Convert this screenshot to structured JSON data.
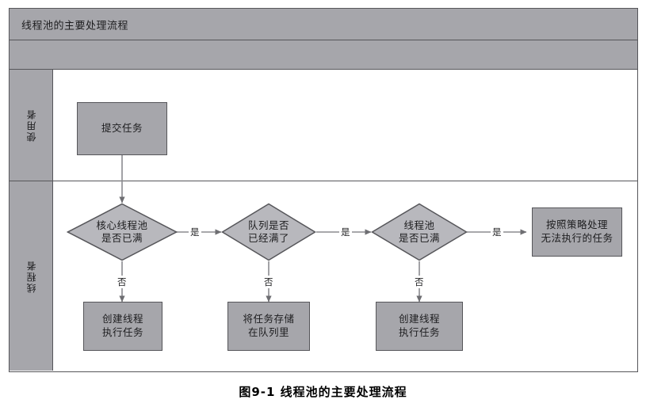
{
  "diagram": {
    "title": "线程池的主要处理流程",
    "caption": "图9-1  线程池的主要处理流程",
    "colors": {
      "shape_fill": "#a6a6ab",
      "shape_stroke": "#56565a",
      "lane_fill": "#a6a6ab",
      "canvas": "#ffffff",
      "connector": "#7a7a7e",
      "text": "#1d1d1f"
    },
    "lanes": [
      {
        "id": "user",
        "label": "使用者"
      },
      {
        "id": "pool",
        "label": "线程者"
      }
    ],
    "nodes": [
      {
        "id": "submit",
        "type": "process",
        "lane": "user",
        "label": "提交任务"
      },
      {
        "id": "core-full",
        "type": "decision",
        "lane": "pool",
        "label_line1": "核心线程池",
        "label_line2": "是否已满"
      },
      {
        "id": "queue-full",
        "type": "decision",
        "lane": "pool",
        "label_line1": "队列是否",
        "label_line2": "已经满了"
      },
      {
        "id": "pool-full",
        "type": "decision",
        "lane": "pool",
        "label_line1": "线程池",
        "label_line2": "是否已满"
      },
      {
        "id": "reject",
        "type": "process",
        "lane": "pool",
        "label_line1": "按照策略处理",
        "label_line2": "无法执行的任务"
      },
      {
        "id": "create-1",
        "type": "process",
        "lane": "pool",
        "label_line1": "创建线程",
        "label_line2": "执行任务"
      },
      {
        "id": "store-queue",
        "type": "process",
        "lane": "pool",
        "label_line1": "将任务存储",
        "label_line2": "在队列里"
      },
      {
        "id": "create-2",
        "type": "process",
        "lane": "pool",
        "label_line1": "创建线程",
        "label_line2": "执行任务"
      }
    ],
    "edges": [
      {
        "id": "e1",
        "from": "submit",
        "to": "core-full",
        "label": ""
      },
      {
        "id": "e2",
        "from": "core-full",
        "to": "queue-full",
        "label": "是"
      },
      {
        "id": "e3",
        "from": "core-full",
        "to": "create-1",
        "label": "否"
      },
      {
        "id": "e4",
        "from": "queue-full",
        "to": "pool-full",
        "label": "是"
      },
      {
        "id": "e5",
        "from": "queue-full",
        "to": "store-queue",
        "label": "否"
      },
      {
        "id": "e6",
        "from": "pool-full",
        "to": "reject",
        "label": "是"
      },
      {
        "id": "e7",
        "from": "pool-full",
        "to": "create-2",
        "label": "否"
      }
    ]
  }
}
